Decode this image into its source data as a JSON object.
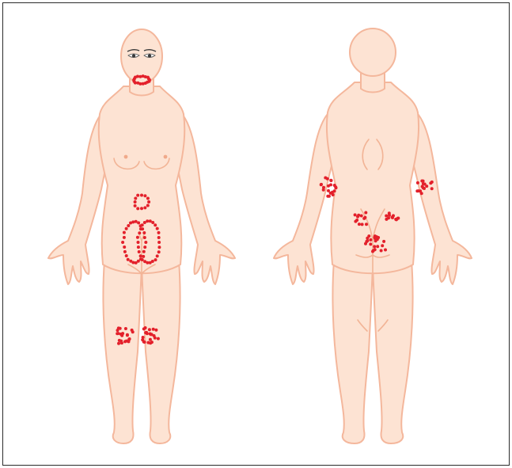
{
  "figure": {
    "views": [
      "front",
      "back"
    ]
  },
  "colors": {
    "skin": "#fde3d3",
    "outline": "#f4b79c",
    "lesion": "#e3202b",
    "border": "#2b2b2b"
  },
  "lesion_regions": {
    "front": [
      "perioral",
      "lower-abdomen",
      "genital-groin",
      "right-knee",
      "left-knee"
    ],
    "back": [
      "right-elbow",
      "left-elbow",
      "lower-back",
      "sacral"
    ]
  }
}
